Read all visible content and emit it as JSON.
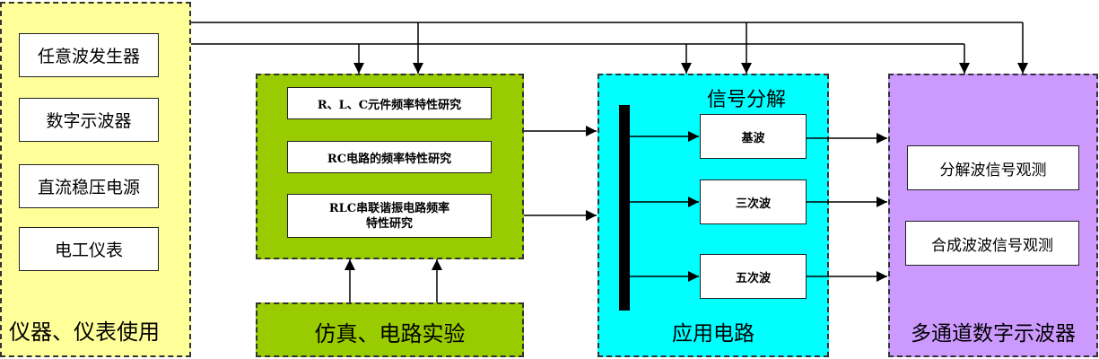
{
  "colors": {
    "instrument_group": "#FFFF99",
    "simulation_group": "#99CC00",
    "application_group": "#00FFFF",
    "oscilloscope_group": "#CC99FF",
    "lines": "#000000"
  },
  "instruments": {
    "title": "仪器、仪表使用",
    "items": [
      "任意波发生器",
      "数字示波器",
      "直流稳压电源",
      "电工仪表"
    ]
  },
  "experiments": {
    "items": [
      "R、L、C元件频率特性研究",
      "RC电路的频率特性研究",
      "RLC串联谐振电路频率特性研究"
    ],
    "item3_line1": "RLC串联谐振电路频率",
    "item3_line2": "特性研究"
  },
  "simulation": {
    "title": "仿真、电路实验"
  },
  "application": {
    "title": "应用电路",
    "subtitle": "信号分解",
    "components": [
      "基波",
      "三次波",
      "五次波"
    ]
  },
  "oscilloscope": {
    "title": "多通道数字示波器",
    "items": [
      "分解波信号观测",
      "合成波波信号观测"
    ]
  }
}
